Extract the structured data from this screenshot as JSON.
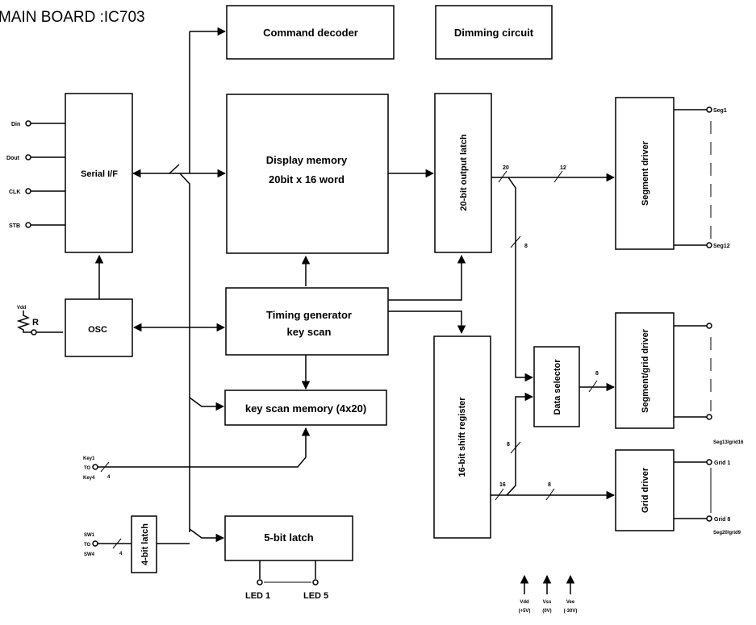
{
  "title": "MAIN BOARD :IC703",
  "blocks": {
    "command_decoder": "Command decoder",
    "dimming_circuit": "Dimming circuit",
    "serial_if": "Serial I/F",
    "display_memory_line1": "Display memory",
    "display_memory_line2": "20bit x 16 word",
    "output_latch": "20-bit output latch",
    "segment_driver": "Segment driver",
    "osc": "OSC",
    "timing_line1": "Timing generator",
    "timing_line2": "key scan",
    "shift_register": "16-bit shift register",
    "data_selector": "Data selector",
    "seg_grid_driver": "Segment/grid driver",
    "key_scan_memory": "key scan memory (4x20)",
    "grid_driver": "Grid driver",
    "four_bit_latch": "4-bit latch",
    "five_bit_latch": "5-bit latch"
  },
  "pins": {
    "din": "Din",
    "dout": "Dout",
    "clk": "CLK",
    "stb": "STB",
    "vdd_small": "Vdd",
    "r": "R",
    "key1": "Key1",
    "key_to": "TO",
    "key4": "Key4",
    "key_count": "4",
    "sw1": "SW1",
    "sw_to": "TO",
    "sw4": "SW4",
    "sw_count": "4",
    "seg1": "Seg1",
    "seg12": "Seg12",
    "seg13": "Seg13/grid16",
    "grid1": "Grid 1",
    "grid8": "Grid 8",
    "seg20": "Seg20/grid9",
    "led1": "LED 1",
    "led5": "LED 5"
  },
  "buses": {
    "b20": "20",
    "b12": "12",
    "b8a": "8",
    "b8b": "8",
    "b8c": "8",
    "b16": "16",
    "b8d": "8"
  },
  "power": [
    {
      "name": "Vdd",
      "value": "(+5V)"
    },
    {
      "name": "Vss",
      "value": "(0V)"
    },
    {
      "name": "Vee",
      "value": "(-30V)"
    }
  ]
}
